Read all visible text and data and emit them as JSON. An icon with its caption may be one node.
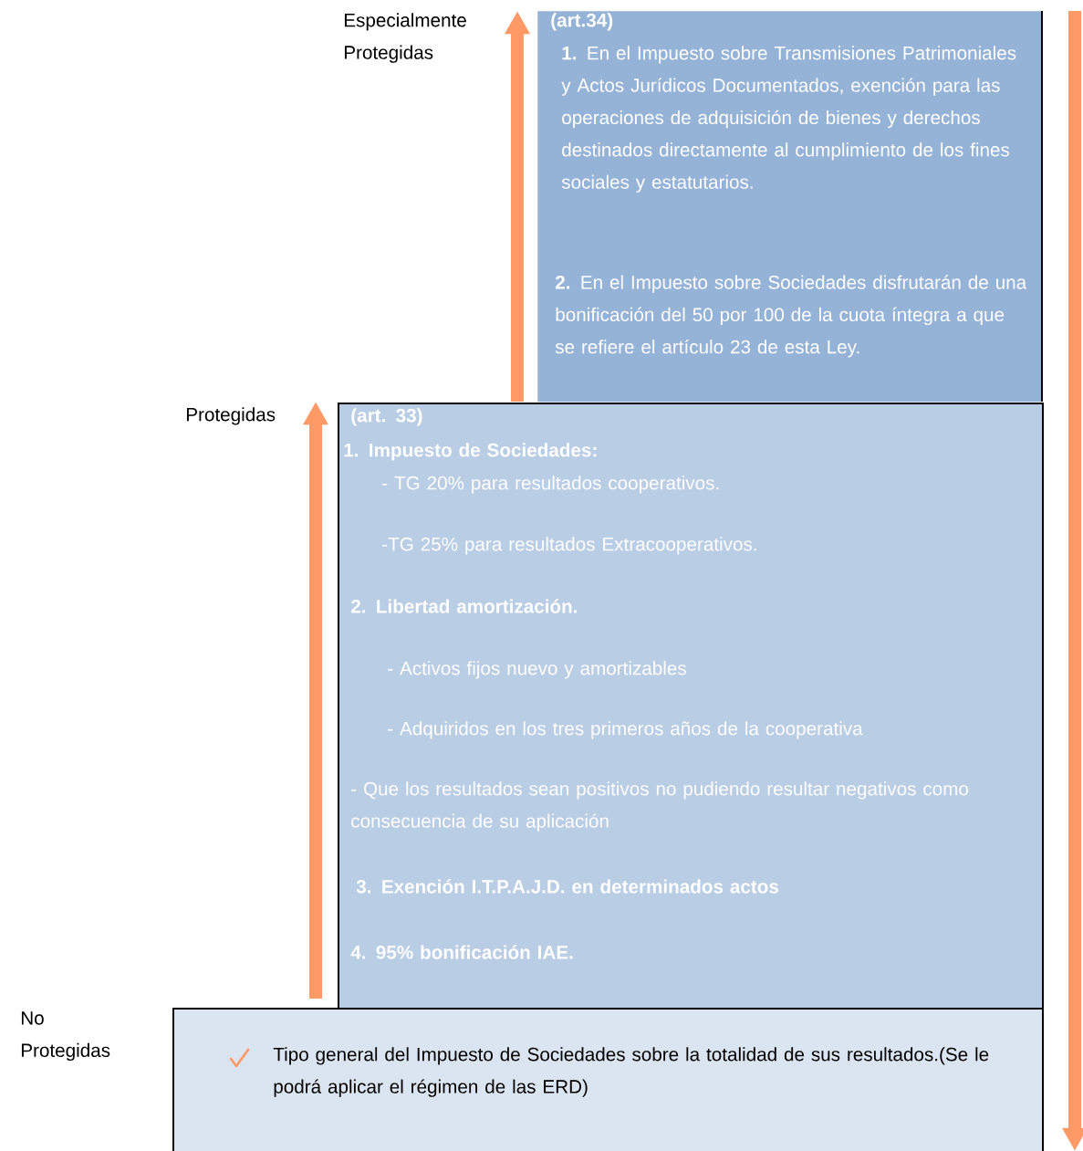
{
  "diagram": {
    "nodes": [
      {
        "text": [
          "(art.34)",
          "**1.** En el Impuesto sobre Transmisiones Patrimoniales y Actos Jurídicos Documentados, exención para las operaciones de adquisición de bienes y derechos destinados directamente al cumplimiento de los fines sociales y estatutarios.",
          "**2.** En el Impuesto sobre Sociedades disfrutarán de una bonificación del 50 por 100 de la cuota íntegra a que se refiere el artículo 23 de esta Ley."
        ]
      },
      {
        "text": [
          "(art. 33)",
          "1. Impuesto de Sociedades:",
          "- TG 20% para resultados cooperativos.",
          "-TG 25% para resultados Extracooperativos.",
          "2. Libertad amortización.",
          "- Activos fijos nuevo y amortizables",
          "- Adquiridos en los tres primeros años de la cooperativa",
          "- Que los resultados sean positivos no pudiendo resultar negativos como consecuencia de su aplicación",
          "3. Exención I.T.P.A.J.D. en determinados actos",
          "4. 95% bonificación IAE."
        ]
      },
      {
        "text": [
          "Tipo general del Impuesto de Sociedades sobre la totalidad de sus resultados.(Se le podrá aplicar el régimen de las ERD)"
        ]
      }
    ],
    "labels": [
      "Especialmente Protegidas",
      "Protegidas",
      "No Protegidas"
    ]
  }
}
